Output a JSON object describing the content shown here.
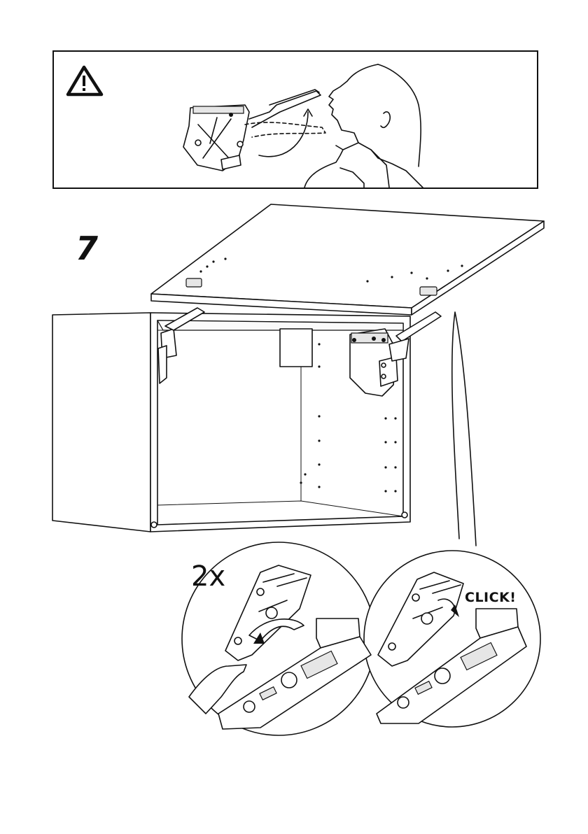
{
  "step": {
    "number": "7"
  },
  "warning": {
    "icon": "warning-triangle-icon"
  },
  "detail": {
    "multiplier": "2x",
    "click_text": "CLICK!"
  }
}
